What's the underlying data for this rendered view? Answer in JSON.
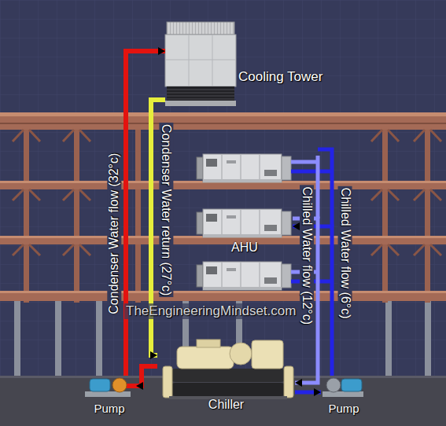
{
  "diagram": {
    "nodes": [
      {
        "text": [
          "Cooling Tower"
        ]
      },
      {
        "text": [
          "AHU"
        ]
      },
      {
        "text": [
          "Pump"
        ]
      },
      {
        "text": [
          "Chiller"
        ]
      },
      {
        "text": [
          "Pump"
        ]
      }
    ],
    "edges": [
      {
        "from": 2,
        "to": 0,
        "arrow": "to",
        "label": "Condenser Water flow (32°c)"
      },
      {
        "from": 0,
        "to": 3,
        "arrow": "to",
        "label": "Condenser Water return (27°c)"
      },
      {
        "from": 3,
        "to": 2,
        "arrow": "to"
      },
      {
        "from": 4,
        "to": 1,
        "arrow": "to",
        "label": "Chilled Water flow (6°c)"
      },
      {
        "from": 1,
        "to": 3,
        "arrow": "to",
        "label": "Chilled Water flow (12°c)"
      },
      {
        "from": 3,
        "to": 4,
        "arrow": "to"
      }
    ],
    "labels": [
      "TheEngineeringMindset.com"
    ]
  }
}
